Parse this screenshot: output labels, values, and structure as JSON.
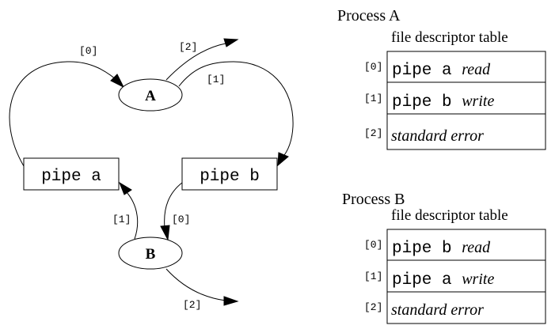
{
  "diagram": {
    "processes": [
      {
        "id": "A",
        "label": "A"
      },
      {
        "id": "B",
        "label": "B"
      }
    ],
    "pipes": [
      {
        "id": "pipe_a",
        "label": "pipe a"
      },
      {
        "id": "pipe_b",
        "label": "pipe b"
      }
    ],
    "edges": [
      {
        "from": "pipe_a",
        "to": "A",
        "label": "[0]"
      },
      {
        "from": "A",
        "to": "stderr",
        "label": "[2]"
      },
      {
        "from": "A",
        "to": "pipe_b",
        "label": "[1]"
      },
      {
        "from": "B",
        "to": "pipe_a",
        "label": "[1]"
      },
      {
        "from": "pipe_b",
        "to": "B",
        "label": "[0]"
      },
      {
        "from": "B",
        "to": "stderr",
        "label": "[2]"
      }
    ]
  },
  "tables": [
    {
      "title": "Process A",
      "subtitle": "file descriptor table",
      "rows": [
        {
          "index": "[0]",
          "mono": "pipe a ",
          "italic": "read"
        },
        {
          "index": "[1]",
          "mono": "pipe b ",
          "italic": "write"
        },
        {
          "index": "[2]",
          "mono": "",
          "italic": "standard error"
        }
      ]
    },
    {
      "title": "Process B",
      "subtitle": "file descriptor table",
      "rows": [
        {
          "index": "[0]",
          "mono": "pipe b ",
          "italic": "read"
        },
        {
          "index": "[1]",
          "mono": "pipe a ",
          "italic": "write"
        },
        {
          "index": "[2]",
          "mono": "",
          "italic": "standard error"
        }
      ]
    }
  ]
}
